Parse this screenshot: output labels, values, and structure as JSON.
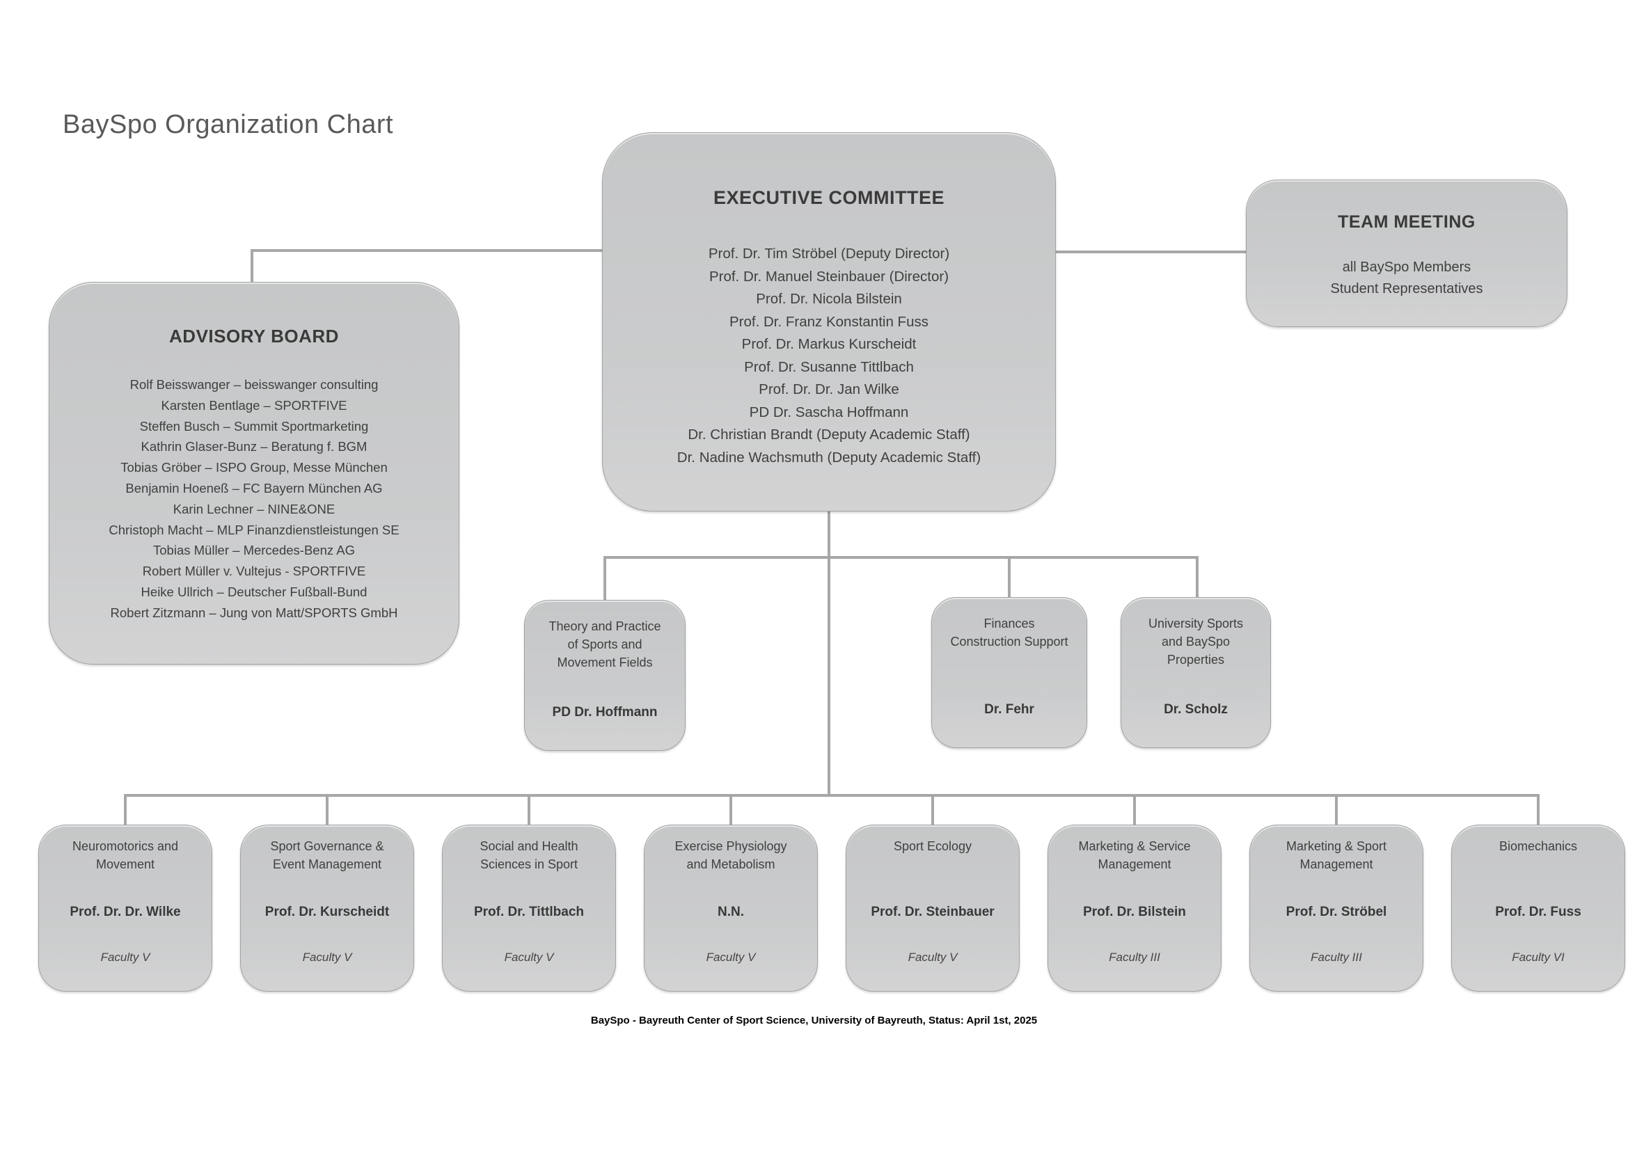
{
  "title": "BaySpo Organization Chart",
  "executive_committee": {
    "title": "EXECUTIVE COMMITTEE",
    "members": [
      "Prof. Dr. Tim Ströbel (Deputy Director)",
      "Prof. Dr. Manuel Steinbauer (Director)",
      "Prof. Dr. Nicola Bilstein",
      "Prof. Dr. Franz Konstantin Fuss",
      "Prof. Dr. Markus Kurscheidt",
      "Prof. Dr. Susanne Tittlbach",
      "Prof. Dr. Dr. Jan Wilke",
      "PD Dr. Sascha Hoffmann",
      "Dr. Christian Brandt (Deputy Academic Staff)",
      "Dr. Nadine Wachsmuth (Deputy Academic Staff)"
    ]
  },
  "team_meeting": {
    "title": "TEAM MEETING",
    "lines": [
      "all BaySpo Members",
      "Student Representatives"
    ]
  },
  "advisory_board": {
    "title": "ADVISORY BOARD",
    "members": [
      "Rolf Beisswanger – beisswanger consulting",
      "Karsten Bentlage – SPORTFIVE",
      "Steffen Busch – Summit Sportmarketing",
      "Kathrin Glaser-Bunz – Beratung f. BGM",
      "Tobias Gröber – ISPO Group, Messe München",
      "Benjamin Hoeneß – FC Bayern München AG",
      "Karin Lechner – NINE&ONE",
      "Christoph Macht – MLP Finanzdienstleistungen SE",
      "Tobias Müller – Mercedes-Benz AG",
      "Robert Müller v. Vultejus - SPORTFIVE",
      "Heike Ullrich – Deutscher Fußball-Bund",
      "Robert Zitzmann – Jung von Matt/SPORTS GmbH"
    ]
  },
  "support_units": [
    {
      "title": "Theory and Practice\nof Sports and\nMovement Fields",
      "lead": "PD Dr. Hoffmann"
    },
    {
      "title": "Finances\nConstruction Support",
      "lead": "Dr. Fehr"
    },
    {
      "title": "University Sports\nand BaySpo\nProperties",
      "lead": "Dr. Scholz"
    }
  ],
  "departments": [
    {
      "title": "Neuromotorics and\nMovement",
      "lead": "Prof. Dr. Dr. Wilke",
      "faculty": "Faculty V"
    },
    {
      "title": "Sport Governance &\nEvent Management",
      "lead": "Prof. Dr. Kurscheidt",
      "faculty": "Faculty V"
    },
    {
      "title": "Social and Health\nSciences in Sport",
      "lead": "Prof. Dr. Tittlbach",
      "faculty": "Faculty V"
    },
    {
      "title": "Exercise Physiology\nand Metabolism",
      "lead": "N.N.",
      "faculty": "Faculty V"
    },
    {
      "title": "Sport Ecology",
      "lead": "Prof. Dr. Steinbauer",
      "faculty": "Faculty V"
    },
    {
      "title": "Marketing & Service\nManagement",
      "lead": "Prof. Dr. Bilstein",
      "faculty": "Faculty III"
    },
    {
      "title": "Marketing & Sport\nManagement",
      "lead": "Prof. Dr. Ströbel",
      "faculty": "Faculty III"
    },
    {
      "title": "Biomechanics",
      "lead": "Prof. Dr. Fuss",
      "faculty": "Faculty VI"
    }
  ],
  "footer": "BaySpo - Bayreuth Center of Sport Science, University of Bayreuth, Status: April 1st, 2025",
  "colors": {
    "box_fill_top": "#c6c7c8",
    "box_fill_bottom": "#d3d3d4",
    "box_border": "#a2a2a2",
    "connector": "#a7a7a7",
    "title_text": "#595959",
    "body_text": "#3f3f3f"
  }
}
